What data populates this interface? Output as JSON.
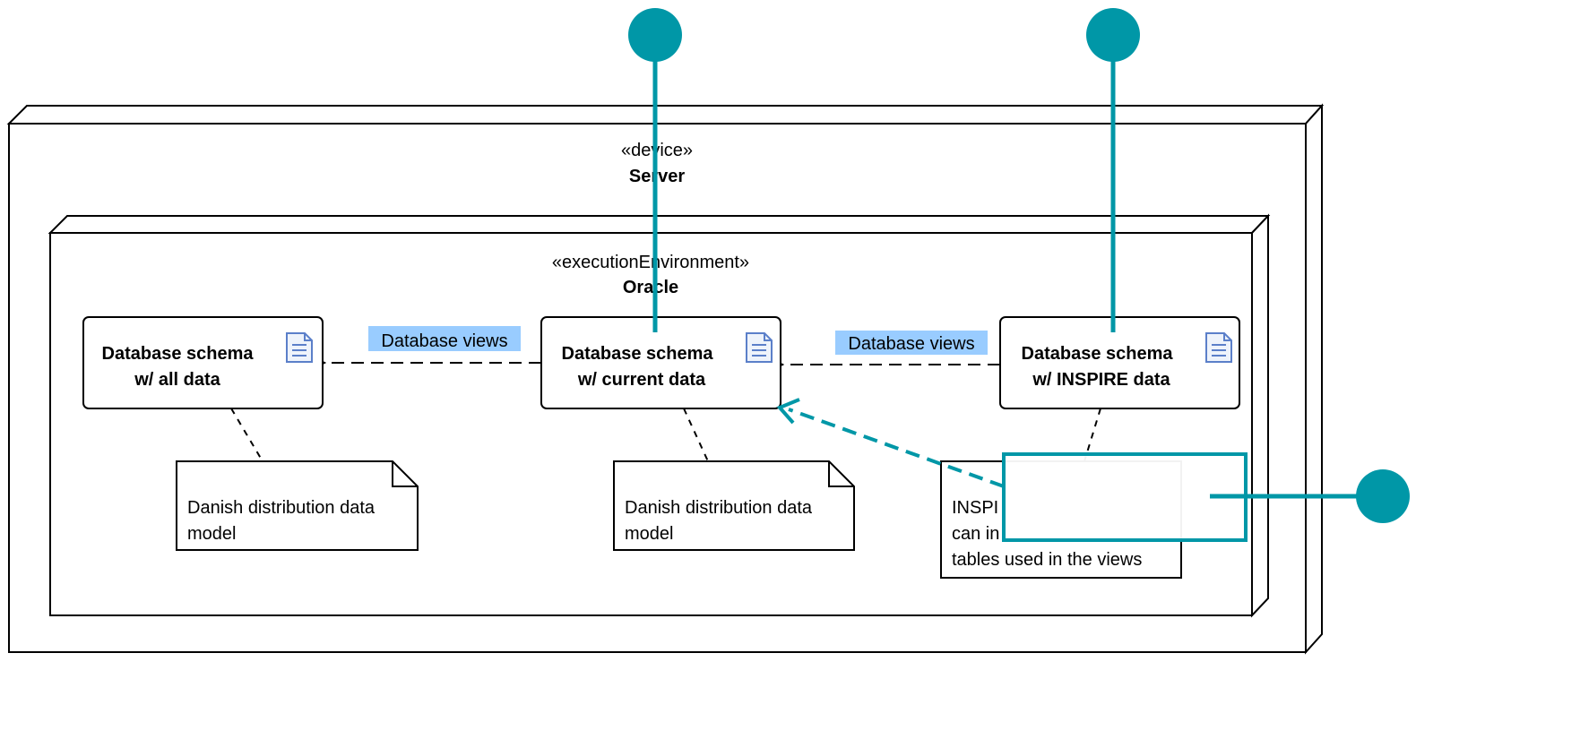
{
  "device": {
    "stereotype": "«device»",
    "name": "Server"
  },
  "environment": {
    "stereotype": "«executionEnvironment»",
    "name": "Oracle"
  },
  "artifacts": [
    {
      "line1": "Database schema",
      "line2": "w/ all data"
    },
    {
      "line1": "Database schema",
      "line2": "w/ current data"
    },
    {
      "line1": "Database schema",
      "line2": "w/ INSPIRE data"
    }
  ],
  "edges": [
    {
      "label": "Database views"
    },
    {
      "label": "Database views"
    }
  ],
  "notes": [
    {
      "lines": [
        "Danish distribution data",
        "model"
      ]
    },
    {
      "lines": [
        "Danish distribution data",
        "model"
      ]
    },
    {
      "lines": [
        "INSPI",
        "can in",
        "tables used in the views"
      ]
    }
  ],
  "colors": {
    "overlay": "#0097a7",
    "label_highlight": "#99ccff",
    "stroke": "#000000",
    "document_icon": "#5b7fc9"
  }
}
